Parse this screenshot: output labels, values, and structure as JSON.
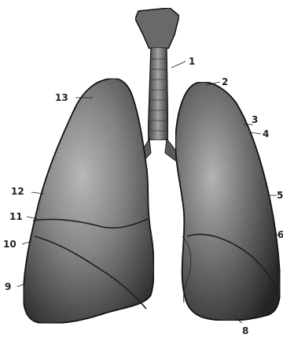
{
  "labels": {
    "l1": "1",
    "l2": "2",
    "l3": "3",
    "l4": "4",
    "l5": "5",
    "l6": "6",
    "l8": "8",
    "l9": "9",
    "l10": "10",
    "l11": "11",
    "l12": "12",
    "l13": "13"
  },
  "colors": {
    "tissue_light": "#c8c8c8",
    "tissue_mid": "#8a8a8a",
    "tissue_dark": "#3a3a3a",
    "outline": "#1a1a1a",
    "background": "#ffffff"
  }
}
